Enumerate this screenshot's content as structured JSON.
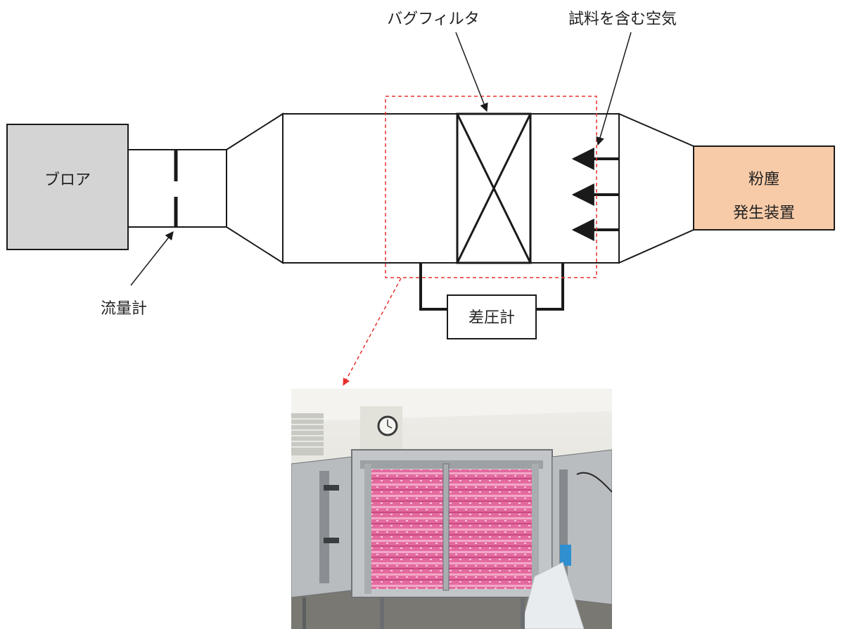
{
  "labels": {
    "blower": "ブロア",
    "flowmeter": "流量計",
    "bag_filter": "バグフィルタ",
    "sample_air": "試料を含む空気",
    "dust_gen_line1": "粉塵",
    "dust_gen_line2": "発生装置",
    "diff_pressure": "差圧計"
  },
  "colors": {
    "blower_fill": "#d4d4d4",
    "dust_gen_fill": "#f8cba8",
    "highlight": "#e8312e",
    "line": "#1a1a1a"
  }
}
